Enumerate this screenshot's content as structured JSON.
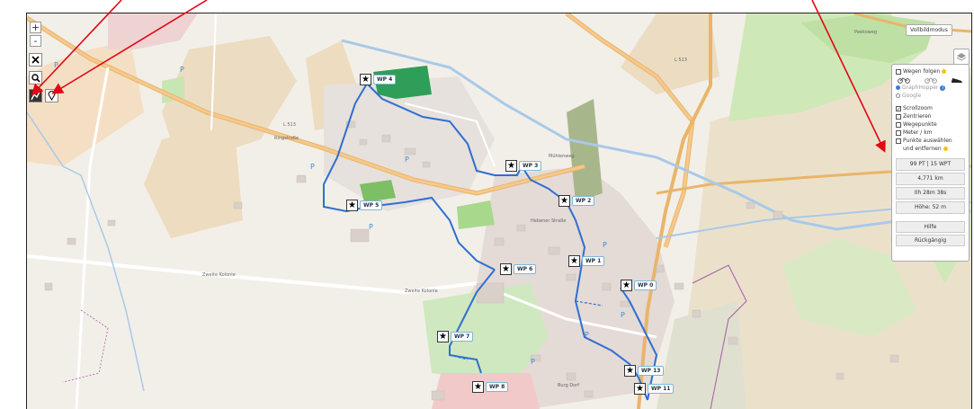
{
  "zoom": {
    "in_label": "+",
    "out_label": "-"
  },
  "toolbar": {
    "tools": [
      {
        "name": "close-route-icon",
        "glyph": "✕"
      },
      {
        "name": "search-icon",
        "glyph": "🔍"
      },
      {
        "name": "draw-route-icon",
        "glyph": "╱"
      },
      {
        "name": "marker-icon",
        "glyph": "⚲"
      }
    ]
  },
  "fullscreen_label": "Vollbildmodus",
  "panel": {
    "follow_roads_label": "Wegen folgen",
    "profiles": [
      "bike",
      "mtb",
      "shoe"
    ],
    "routers": [
      {
        "label": "GraphHopper",
        "selected": true
      },
      {
        "label": "Google",
        "selected": false
      }
    ],
    "options": [
      {
        "label": "Scrollzoom",
        "checked": true
      },
      {
        "label": "Zentrieren",
        "checked": false
      },
      {
        "label": "Wegepunkte",
        "checked": false
      },
      {
        "label": "Meter / km",
        "checked": false
      },
      {
        "label": "Punkte auswählen",
        "checked": false
      }
    ],
    "options_continuation": "und entfernen",
    "stats": [
      "99 PT | 15 WPT",
      "4,771 km",
      "0h 28m 38s",
      "Höhe: 52 m"
    ],
    "help_label": "Hilfe",
    "undo_label": "Rückgängig"
  },
  "waypoints": [
    "WP 4",
    "WP 3",
    "WP 5",
    "WP 2",
    "WP 1",
    "WP 6",
    "WP 0",
    "WP 7",
    "WP 13",
    "WP 8",
    "WP 11"
  ],
  "streets": [
    "Zweite Kolonie",
    "Zweite Kolonie",
    "Burg Dorf",
    "Hebener Straße",
    "Mühlenweg",
    "L 513",
    "L 513",
    "Ringstraße",
    "Peekoweg"
  ],
  "colors": {
    "route": "#2f6fd1",
    "annotation_arrow": "#e30613",
    "park": "#c8e6b3",
    "forest": "#7cbf64"
  }
}
